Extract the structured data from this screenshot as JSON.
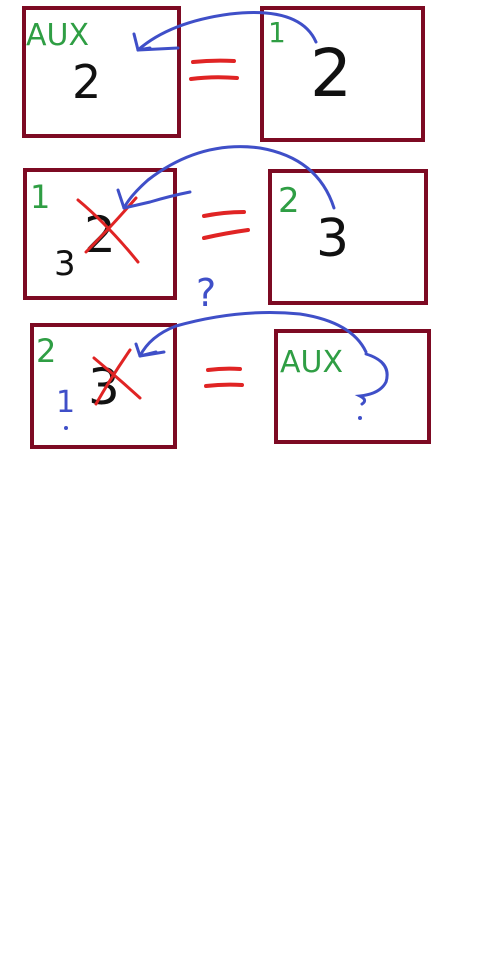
{
  "colors": {
    "box": "#7d0a23",
    "label": "#2f9e44",
    "arrow": "#3f4fc8",
    "equals": "#e02424",
    "value": "#111111",
    "cross": "#e02424",
    "question": "#3f4fc8"
  },
  "rows": [
    {
      "left": {
        "tag": "AUX",
        "value": "2"
      },
      "right": {
        "tag": "1",
        "value": "2"
      }
    },
    {
      "left": {
        "tag": "1",
        "value": "2",
        "new_value": "3",
        "crossed": true
      },
      "right": {
        "tag": "2",
        "value": "3"
      }
    },
    {
      "left": {
        "tag": "2",
        "value": "3",
        "new_value": "1",
        "crossed": true
      },
      "right": {
        "tag": "AUX",
        "value": ""
      }
    }
  ],
  "question_mark": "?"
}
